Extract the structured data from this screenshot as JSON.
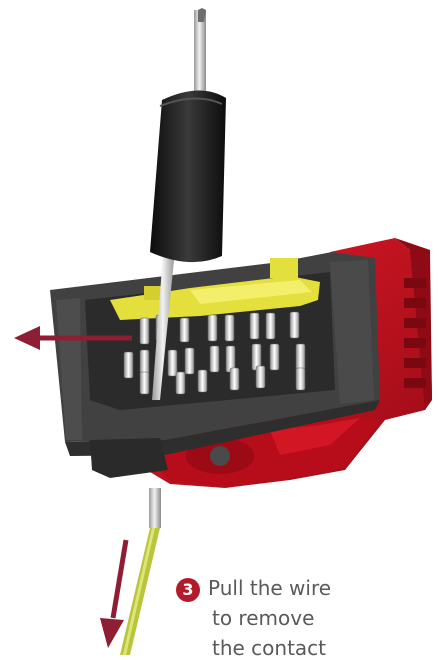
{
  "instruction": {
    "step_number": "3",
    "lines": [
      "Pull the wire",
      "to remove",
      "the contact"
    ]
  },
  "colors": {
    "housing_red": "#c8101e",
    "housing_dark": "#3e3e3e",
    "seal_yellow": "#e3df3c",
    "arrow": "#8e1e33",
    "tool_handle": "#1b1b1b",
    "wire": "#b9c63c",
    "text": "#5a5a5a",
    "badge": "#b31b2c"
  }
}
